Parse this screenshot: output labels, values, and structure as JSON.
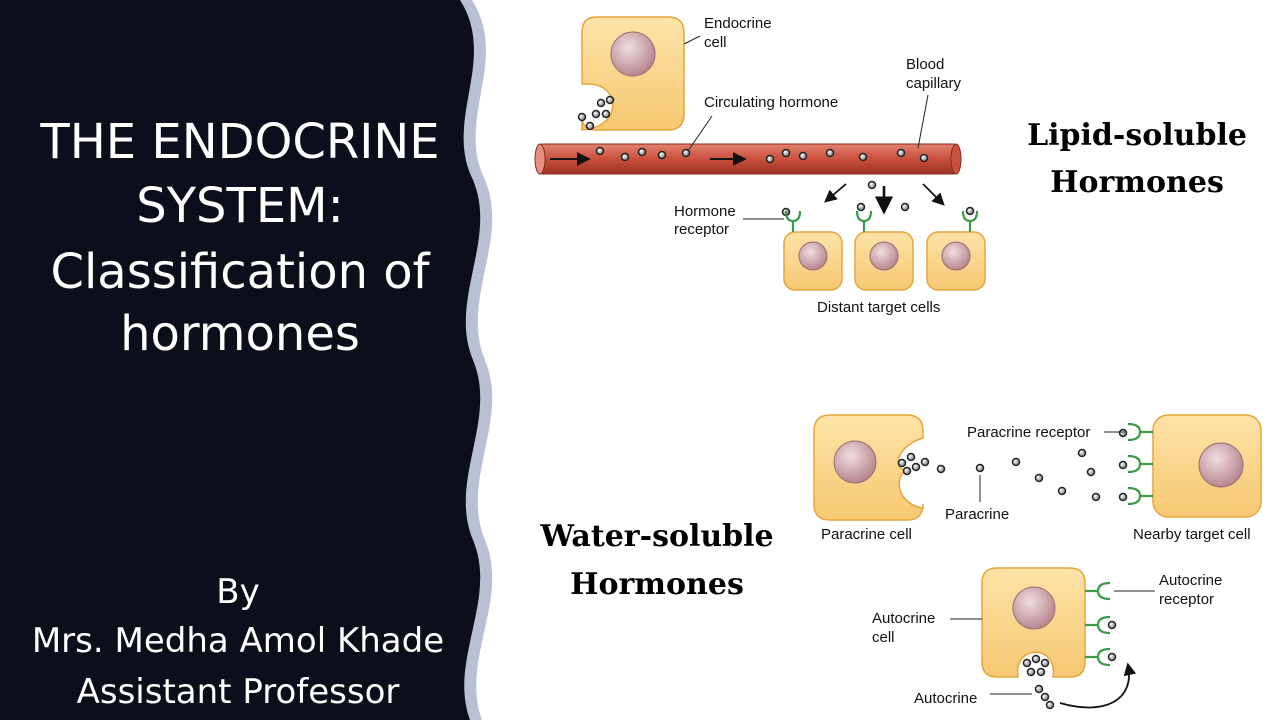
{
  "slide": {
    "title_lines": [
      "THE ENDOCRINE",
      "SYSTEM:",
      "Classification of",
      "hormones"
    ],
    "by": "By",
    "author": "Mrs. Medha Amol Khade",
    "position": "Assistant Professor",
    "colors": {
      "panel": "#0c0f1b",
      "border": "#b9c0d3",
      "cell": "#fbd38a",
      "cell_border": "#e4a63c",
      "nucleus": "#c9a0a8",
      "vessel": "#c64a3a",
      "receptor": "#3c9a4a"
    }
  },
  "endocrine_diagram": {
    "labels": {
      "endocrine_cell": [
        "Endocrine",
        "cell"
      ],
      "blood_capillary": [
        "Blood",
        "capillary"
      ],
      "circulating_hormone": "Circulating hormone",
      "hormone_receptor": [
        "Hormone",
        "receptor"
      ],
      "distant_target_cells": "Distant target cells"
    },
    "heading": [
      "Lipid-soluble",
      "Hormones"
    ]
  },
  "paracrine_diagram": {
    "labels": {
      "paracrine_receptor": "Paracrine receptor",
      "paracrine_cell": "Paracrine cell",
      "paracrine": "Paracrine",
      "nearby_target_cell": "Nearby target cell",
      "autocrine_cell": [
        "Autocrine",
        "cell"
      ],
      "autocrine_receptor": [
        "Autocrine",
        "receptor"
      ],
      "autocrine": "Autocrine"
    },
    "heading": [
      "Water-soluble",
      "Hormones"
    ]
  }
}
